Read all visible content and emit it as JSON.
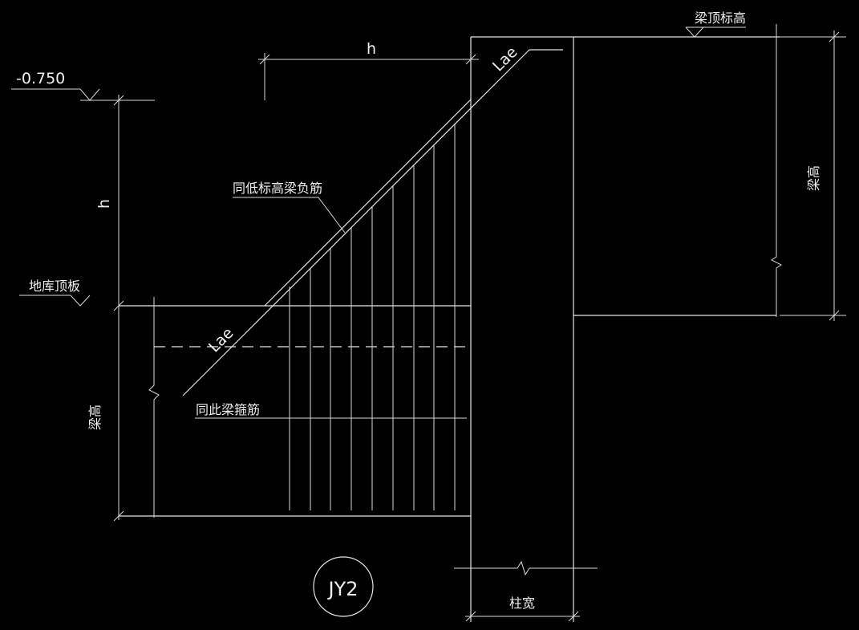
{
  "labels": {
    "elevation_value": "-0.750",
    "h_top": "h",
    "h_left": "h",
    "beam_top_elevation": "梁顶标高",
    "beam_height_right": "梁高",
    "beam_height_left": "梁高",
    "basement_top_slab": "地库顶板",
    "neg_rebar_note": "同低标高梁负筋",
    "stirrup_note": "同此梁箍筋",
    "lae_top": "Lae",
    "lae_bottom": "Lae",
    "column_width": "柱宽",
    "detail_id": "JY2"
  }
}
